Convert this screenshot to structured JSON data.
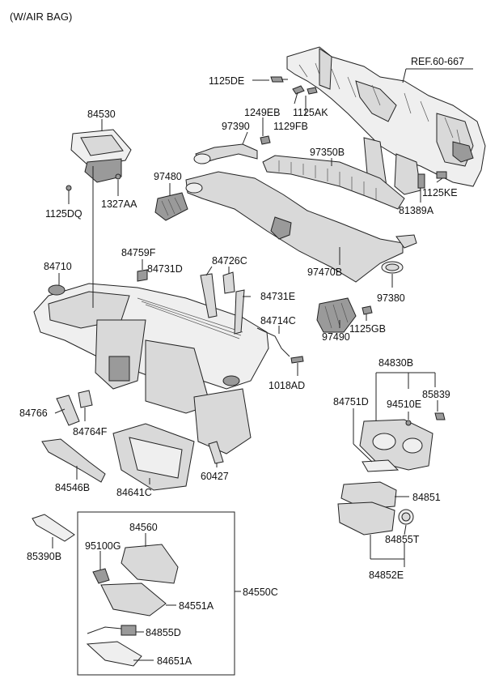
{
  "header": {
    "title": "(W/AIR BAG)"
  },
  "reference": {
    "label": "REF.60-667"
  },
  "parts": {
    "p1125DE": "1125DE",
    "p1249EB": "1249EB",
    "p1125AK": "1125AK",
    "p1129FB": "1129FB",
    "p97390": "97390",
    "p84530": "84530",
    "p97350B": "97350B",
    "p97480": "97480",
    "p1125KE": "1125KE",
    "p1125DQ": "1125DQ",
    "p1327AA": "1327AA",
    "p81389A": "81389A",
    "p84759F": "84759F",
    "p84726C": "84726C",
    "p84731D": "84731D",
    "p84710": "84710",
    "p97470B": "97470B",
    "p84731E": "84731E",
    "p97380": "97380",
    "p97490": "97490",
    "p1125GB": "1125GB",
    "p84714C": "84714C",
    "p1018AD": "1018AD",
    "p84830B": "84830B",
    "p84751D": "84751D",
    "p94510E": "94510E",
    "p85839": "85839",
    "p84766": "84766",
    "p84764F": "84764F",
    "p84546B": "84546B",
    "p84641C": "84641C",
    "p60427": "60427",
    "p84851": "84851",
    "p84560": "84560",
    "p95100G": "95100G",
    "p84855T": "84855T",
    "p85390B": "85390B",
    "p84551A": "84551A",
    "p84550C": "84550C",
    "p84852E": "84852E",
    "p84855D": "84855D",
    "p84651A": "84651A"
  }
}
